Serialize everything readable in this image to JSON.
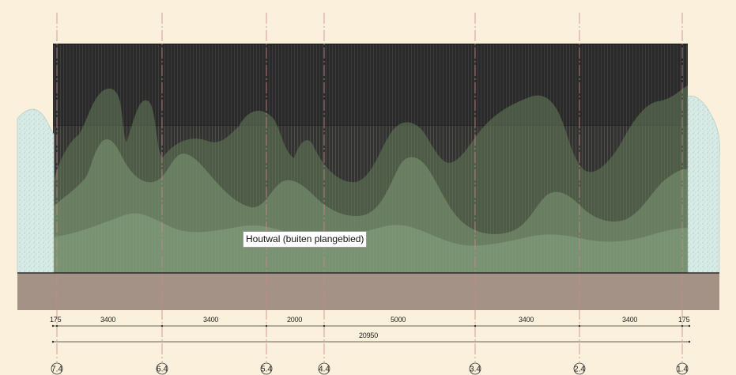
{
  "elevation": {
    "vegetation_label": "Houtwal (buiten plangebied)"
  },
  "dimensions": {
    "segments": [
      "175",
      "3400",
      "3400",
      "2000",
      "5000",
      "3400",
      "3400",
      "175"
    ],
    "total": "20950"
  },
  "axes": [
    "7.4",
    "6.4",
    "5.4",
    "4.4",
    "3.4",
    "2.4",
    "1.4"
  ],
  "colors": {
    "background": "#fbf0dc",
    "building_dark": "#2e2e2e",
    "cladding_lower": "#3a3a38",
    "ground": "#a49286",
    "vegetation_green": "#7e9a76",
    "vegetation_light": "#d9ece6",
    "axis_line": "#c98a8a"
  }
}
